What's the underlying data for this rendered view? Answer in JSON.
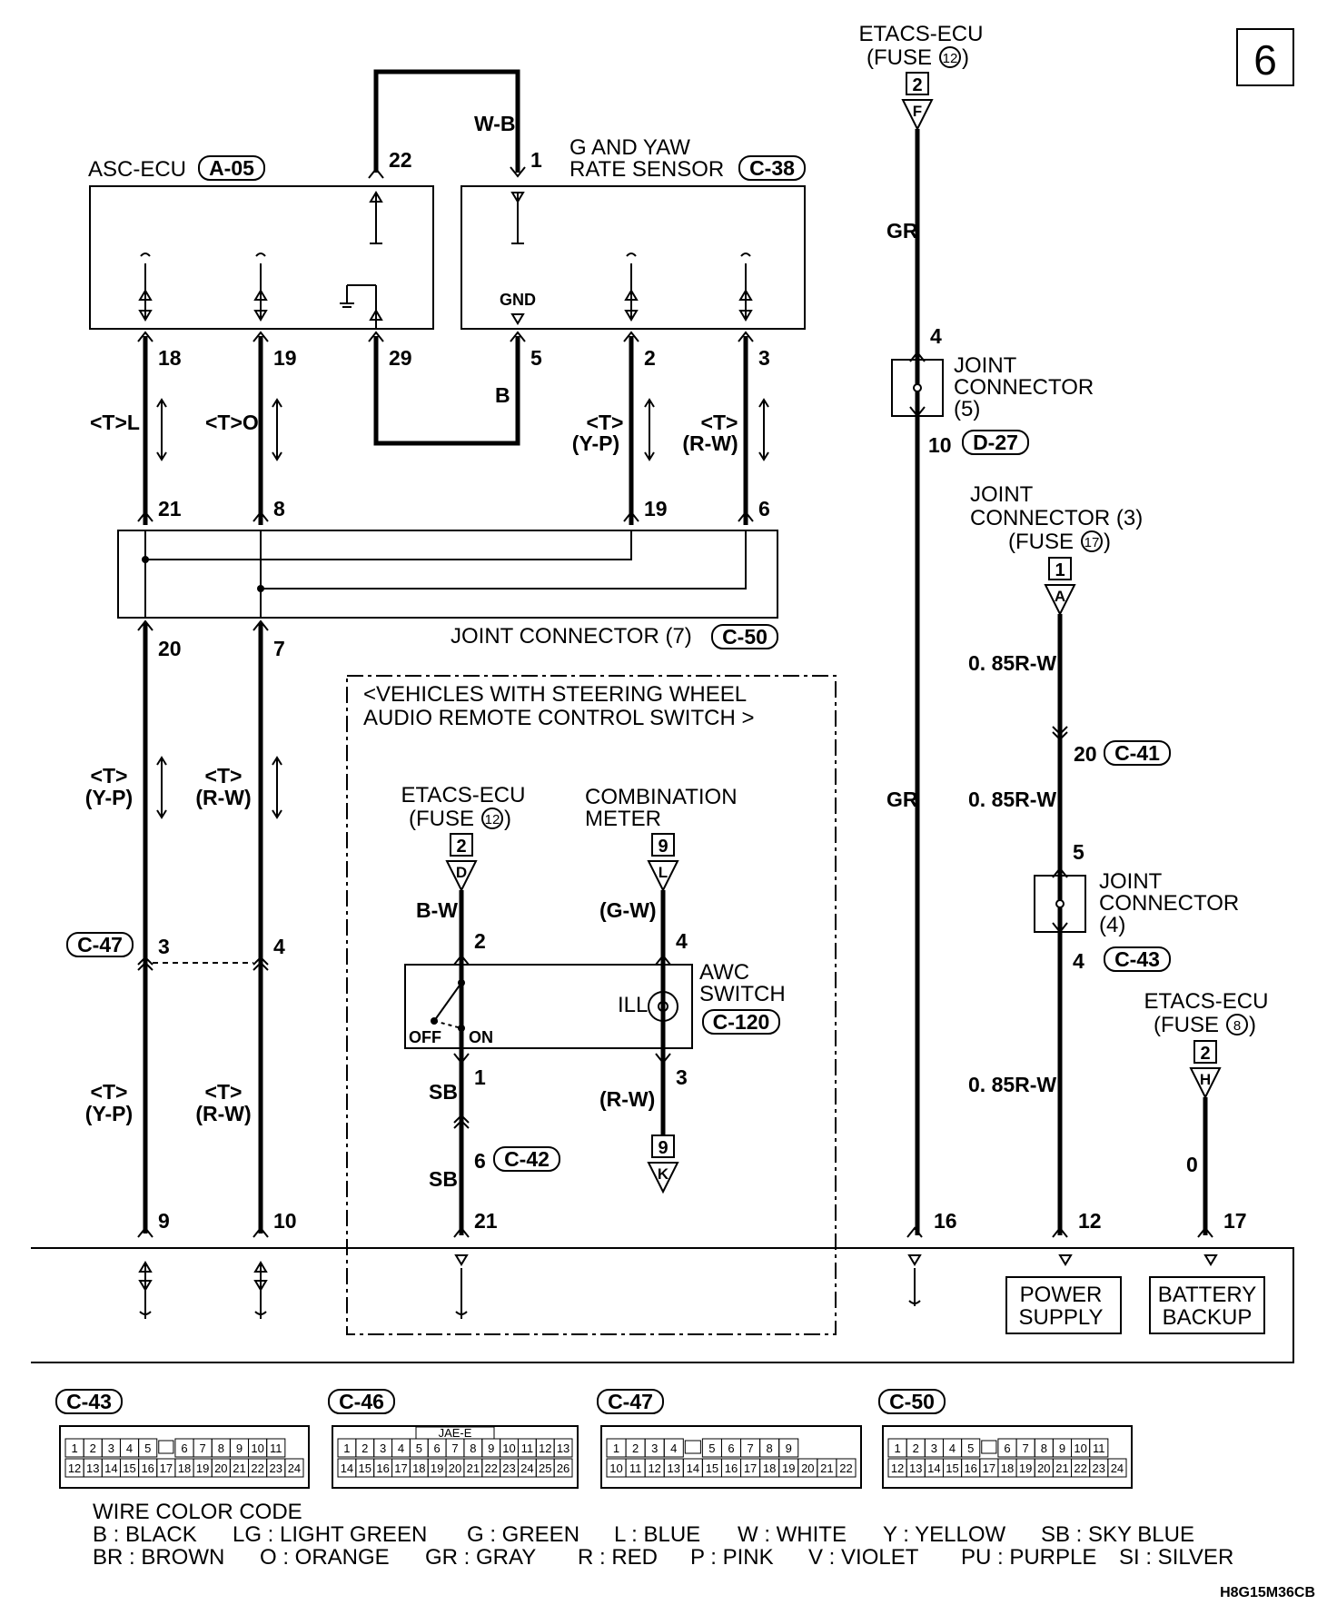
{
  "page_number": "6",
  "asc_ecu": {
    "name": "ASC-ECU",
    "connector": "A-05",
    "pins": [
      "18",
      "19",
      "29",
      "22"
    ]
  },
  "yaw_sensor": {
    "name_line1": "G AND YAW",
    "name_line2": "RATE SENSOR",
    "connector": "C-38",
    "pins": [
      "1",
      "5",
      "2",
      "3"
    ],
    "gnd": "GND"
  },
  "top_loop": {
    "wire": "W-B",
    "bottom_wire": "B"
  },
  "upper_wires": {
    "left": "<T>L",
    "mid": "<T>O",
    "yp_t": "<T>",
    "yp": "(Y-P)",
    "rw_t": "<T>",
    "rw": "(R-W)"
  },
  "joint7": {
    "name": "JOINT CONNECTOR (7)",
    "connector": "C-50",
    "pins_top": [
      "21",
      "8",
      "19",
      "6"
    ],
    "pins_bottom": [
      "20",
      "7"
    ]
  },
  "lower_wires": {
    "t": "<T>",
    "yp": "(Y-P)",
    "rw": "(R-W)"
  },
  "c47": {
    "connector": "C-47",
    "pin_a": "3",
    "pin_b": "4"
  },
  "bottom_pins": {
    "p9": "9",
    "p10": "10",
    "p21": "21",
    "p16": "16",
    "p12": "12",
    "p17": "17"
  },
  "option_box": {
    "line1": "<VEHICLES WITH STEERING WHEEL",
    "line2": "AUDIO REMOTE CONTROL SWITCH >"
  },
  "etacs12_inner": {
    "line1": "ETACS-ECU",
    "line2": "(FUSE",
    "fuse": "12",
    "line2_end": ")",
    "num": "2",
    "letter": "D",
    "wire": "B-W"
  },
  "combo_meter": {
    "line1": "COMBINATION",
    "line2": "METER",
    "num": "9",
    "letter": "L",
    "wire": "(G-W)"
  },
  "awc": {
    "line1": "AWC",
    "line2": "SWITCH",
    "connector": "C-120",
    "ill": "ILL",
    "off": "OFF",
    "on": "ON",
    "pins": [
      "2",
      "4",
      "1",
      "3"
    ]
  },
  "awc_lower": {
    "sb1": "SB",
    "sb2": "SB",
    "rw": "(R-W)",
    "c42": "C-42",
    "pin6": "6",
    "k_num": "9",
    "k_letter": "K"
  },
  "etacs12_top": {
    "line1": "ETACS-ECU",
    "line2": "(FUSE",
    "fuse": "12",
    "line2_end": ")",
    "num": "2",
    "letter": "F",
    "wire": "GR"
  },
  "joint5": {
    "line1": "JOINT",
    "line2": "CONNECTOR",
    "line3": "(5)",
    "pin_top": "4",
    "pin_bot": "10",
    "connector": "D-27",
    "wire": "GR"
  },
  "joint3": {
    "line1": "JOINT",
    "line2": "CONNECTOR (3)",
    "line3": "(FUSE",
    "fuse": "17",
    "line3_end": ")",
    "num": "1",
    "letter": "A"
  },
  "rw_wire": {
    "w1": "0. 85R-W",
    "w2": "0. 85R-W",
    "w3": "0. 85R-W",
    "pin20": "20",
    "c41": "C-41"
  },
  "joint4": {
    "line1": "JOINT",
    "line2": "CONNECTOR",
    "line3": "(4)",
    "pin_top": "5",
    "pin_bot": "4",
    "connector": "C-43"
  },
  "etacs8": {
    "line1": "ETACS-ECU",
    "line2": "(FUSE",
    "fuse": "8",
    "line2_end": ")",
    "num": "2",
    "letter": "H",
    "wire": "0"
  },
  "ecu_boxes": {
    "power1": "POWER",
    "power2": "SUPPLY",
    "batt1": "BATTERY",
    "batt2": "BACKUP"
  },
  "connectors": {
    "c43": {
      "label": "C-43",
      "row1": [
        "1",
        "2",
        "3",
        "4",
        "5",
        "",
        "6",
        "7",
        "8",
        "9",
        "10",
        "11"
      ],
      "row2": [
        "12",
        "13",
        "14",
        "15",
        "16",
        "17",
        "18",
        "19",
        "20",
        "21",
        "22",
        "23",
        "24"
      ]
    },
    "c46": {
      "label": "C-46",
      "tag": "JAE-E",
      "row1": [
        "1",
        "2",
        "3",
        "4",
        "5",
        "6",
        "7",
        "8",
        "9",
        "10",
        "11",
        "12",
        "13"
      ],
      "row2": [
        "14",
        "15",
        "16",
        "17",
        "18",
        "19",
        "20",
        "21",
        "22",
        "23",
        "24",
        "25",
        "26"
      ]
    },
    "c47": {
      "label": "C-47",
      "row1": [
        "1",
        "2",
        "3",
        "4",
        "",
        "5",
        "6",
        "7",
        "8",
        "9"
      ],
      "row2": [
        "10",
        "11",
        "12",
        "13",
        "14",
        "15",
        "16",
        "17",
        "18",
        "19",
        "20",
        "21",
        "22"
      ]
    },
    "c50": {
      "label": "C-50",
      "row1": [
        "1",
        "2",
        "3",
        "4",
        "5",
        "",
        "6",
        "7",
        "8",
        "9",
        "10",
        "11"
      ],
      "row2": [
        "12",
        "13",
        "14",
        "15",
        "16",
        "17",
        "18",
        "19",
        "20",
        "21",
        "22",
        "23",
        "24"
      ]
    }
  },
  "legend": {
    "title": "WIRE COLOR CODE",
    "row1": [
      "B : BLACK",
      "LG : LIGHT GREEN",
      "G : GREEN",
      "L : BLUE",
      "W : WHITE",
      "Y : YELLOW",
      "SB : SKY BLUE"
    ],
    "row2": [
      "BR : BROWN",
      "O : ORANGE",
      "GR : GRAY",
      "R : RED",
      "P : PINK",
      "V : VIOLET",
      "PU : PURPLE",
      "SI : SILVER"
    ]
  },
  "doc_code": "H8G15M36CB"
}
